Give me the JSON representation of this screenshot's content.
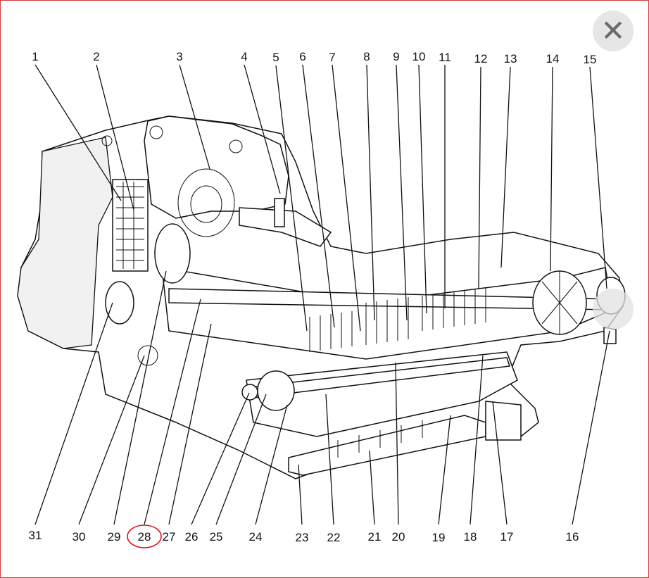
{
  "controls": {
    "close_icon": "close-icon",
    "side_icon": "circle-button-icon"
  },
  "callouts": [
    {
      "label": "1"
    },
    {
      "label": "2"
    },
    {
      "label": "3"
    },
    {
      "label": "4"
    },
    {
      "label": "5"
    },
    {
      "label": "6"
    },
    {
      "label": "7"
    },
    {
      "label": "8"
    },
    {
      "label": "9"
    },
    {
      "label": "10"
    },
    {
      "label": "11"
    },
    {
      "label": "12"
    },
    {
      "label": "13"
    },
    {
      "label": "14"
    },
    {
      "label": "15"
    },
    {
      "label": "16"
    },
    {
      "label": "17"
    },
    {
      "label": "18"
    },
    {
      "label": "19"
    },
    {
      "label": "20"
    },
    {
      "label": "21"
    },
    {
      "label": "22"
    },
    {
      "label": "23"
    },
    {
      "label": "24"
    },
    {
      "label": "25"
    },
    {
      "label": "26"
    },
    {
      "label": "27"
    },
    {
      "label": "28"
    },
    {
      "label": "29"
    },
    {
      "label": "30"
    },
    {
      "label": "31"
    }
  ],
  "highlight": {
    "label": "28",
    "color": "#e0161b"
  },
  "colors": {
    "frame": "#d23b3b",
    "line": "#111111",
    "background": "#ffffff"
  }
}
